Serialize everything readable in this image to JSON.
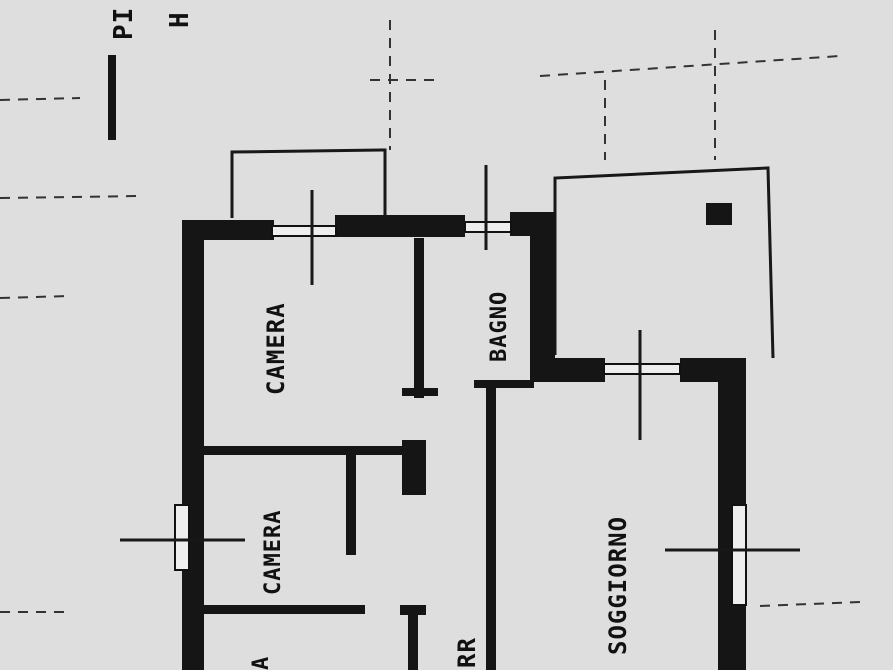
{
  "plan": {
    "header_fragments": [
      "PI",
      "H"
    ],
    "rooms": [
      {
        "label": "CAMERA"
      },
      {
        "label": "BAGNO"
      },
      {
        "label": "CAMERA"
      },
      {
        "label": "SOGGIORNO"
      },
      {
        "label": "RR"
      },
      {
        "label": "A"
      }
    ],
    "colors": {
      "paper": "#dcdcdc",
      "ink": "#151515"
    }
  }
}
